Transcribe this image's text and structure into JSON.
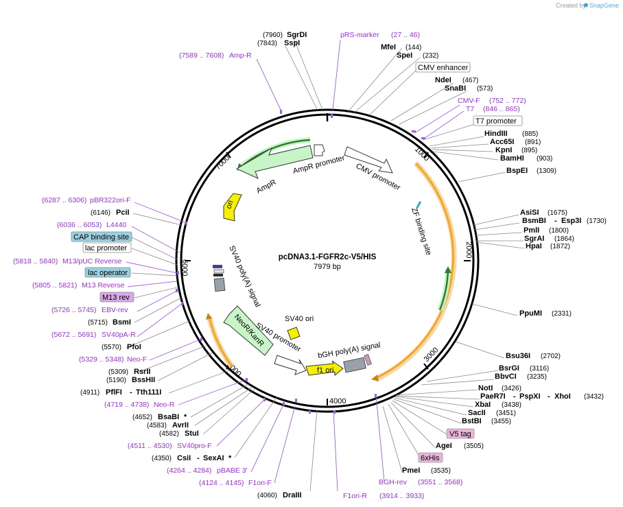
{
  "watermark": {
    "prefix": "Created by",
    "brand": "SnapGene"
  },
  "plasmid": {
    "name": "pcDNA3.1-FGFR2c-V5/HIS",
    "length_label": "7979 bp"
  },
  "ticks": [
    "1000",
    "2000",
    "3000",
    "4000",
    "5000",
    "6000",
    "7000"
  ],
  "colors": {
    "enzyme": "#000000",
    "primer": "#9b30d9",
    "feature_green": "#c8f5c8",
    "orf_orange": "#f5a623",
    "yellow": "#f5f000",
    "lac_box": "#9ad0e0",
    "tag_box": "#e8b4d8"
  },
  "top_labels": [
    {
      "pos": "(7960)",
      "name": "SgrDI"
    },
    {
      "pos": "(7843)",
      "name": "SspI"
    },
    {
      "pos": "(7589 .. 7608)",
      "name": "Amp-R"
    },
    {
      "name": "pRS-marker",
      "pos": "(27 .. 46)"
    }
  ],
  "right_labels": [
    {
      "name": "MfeI",
      "pos": "(144)"
    },
    {
      "name": "SpeI",
      "pos": "(232)"
    },
    {
      "name": "CMV enhancer"
    },
    {
      "name": "NdeI",
      "pos": "(467)"
    },
    {
      "name": "SnaBI",
      "pos": "(573)"
    },
    {
      "name": "CMV-F",
      "pos": "(752 .. 772)"
    },
    {
      "name": "T7",
      "pos": "(846 .. 865)"
    },
    {
      "name": "T7 promoter"
    },
    {
      "name": "HindIII",
      "pos": "(885)"
    },
    {
      "name": "Acc65I",
      "pos": "(891)"
    },
    {
      "name": "KpnI",
      "pos": "(895)"
    },
    {
      "name": "BamHI",
      "pos": "(903)"
    },
    {
      "name": "BspEI",
      "pos": "(1309)"
    },
    {
      "name": "AsiSI",
      "pos": "(1675)"
    },
    {
      "name": "BsmBI",
      "name2": "Esp3I",
      "pos": "(1730)"
    },
    {
      "name": "PmlI",
      "pos": "(1800)"
    },
    {
      "name": "SgrAI",
      "pos": "(1864)"
    },
    {
      "name": "HpaI",
      "pos": "(1872)"
    },
    {
      "name": "PpuMI",
      "pos": "(2331)"
    },
    {
      "name": "Bsu36I",
      "pos": "(2702)"
    },
    {
      "name": "BsrGI",
      "pos": "(3116)"
    },
    {
      "name": "BbvCI",
      "pos": "(3235)"
    },
    {
      "name": "NotI",
      "pos": "(3426)"
    },
    {
      "name": "PaeR7I",
      "name2": "PspXI",
      "name3": "XhoI",
      "pos": "(3432)"
    },
    {
      "name": "XbaI",
      "pos": "(3438)"
    },
    {
      "name": "SacII",
      "pos": "(3451)"
    },
    {
      "name": "BstBI",
      "pos": "(3455)"
    },
    {
      "name": "V5 tag"
    },
    {
      "name": "AgeI",
      "pos": "(3505)"
    },
    {
      "name": "6xHis"
    },
    {
      "name": "PmeI",
      "pos": "(3535)"
    },
    {
      "name": "BGH-rev",
      "pos": "(3551 .. 3568)"
    },
    {
      "name": "F1ori-R",
      "pos": "(3914 .. 3933)"
    }
  ],
  "left_labels": [
    {
      "pos": "(6287 .. 6306)",
      "name": "pBR322ori-F"
    },
    {
      "pos": "(6146)",
      "name": "PciI"
    },
    {
      "pos": "(6036 .. 6053)",
      "name": "L4440"
    },
    {
      "name": "CAP binding site"
    },
    {
      "name": "lac promoter"
    },
    {
      "pos": "(5818 .. 5840)",
      "name": "M13/pUC Reverse"
    },
    {
      "name": "lac operator"
    },
    {
      "pos": "(5805 .. 5821)",
      "name": "M13 Reverse"
    },
    {
      "name": "M13 rev"
    },
    {
      "pos": "(5726 .. 5745)",
      "name": "EBV-rev"
    },
    {
      "pos": "(5715)",
      "name": "BsmI"
    },
    {
      "pos": "(5672 .. 5691)",
      "name": "SV40pA-R"
    },
    {
      "pos": "(5570)",
      "name": "PfoI"
    },
    {
      "pos": "(5329 .. 5348)",
      "name": "Neo-F"
    },
    {
      "pos": "(5309)",
      "name": "RsrII"
    },
    {
      "pos": "(5190)",
      "name": "BssHII"
    },
    {
      "pos": "(4911)",
      "name": "PflFI",
      "name2": "Tth111I"
    },
    {
      "pos": "(4719 .. 4738)",
      "name": "Neo-R"
    },
    {
      "pos": "(4652)",
      "name": "BsaBI",
      "mark": "*"
    },
    {
      "pos": "(4583)",
      "name": "AvrII"
    },
    {
      "pos": "(4582)",
      "name": "StuI"
    },
    {
      "pos": "(4511 .. 4530)",
      "name": "SV40pro-F"
    },
    {
      "pos": "(4350)",
      "name": "CsiI",
      "name2": "SexAI",
      "mark": "*"
    },
    {
      "pos": "(4264 .. 4284)",
      "name": "pBABE 3'"
    },
    {
      "pos": "(4124 .. 4145)",
      "name": "F1ori-F"
    },
    {
      "pos": "(4060)",
      "name": "DraIII"
    }
  ],
  "features": {
    "ampr_promoter": "AmpR promoter",
    "ampr": "AmpR",
    "cmv_promoter": "CMV promoter",
    "ori": "ori",
    "zf": "ZF binding site",
    "sv40pa": "SV40 poly(A) signal",
    "sv40ori": "SV40 ori",
    "neokan": "NeoR/KanR",
    "sv40prom": "SV40 promoter",
    "f1ori": "f1 ori",
    "bgh": "bGH poly(A) signal"
  }
}
